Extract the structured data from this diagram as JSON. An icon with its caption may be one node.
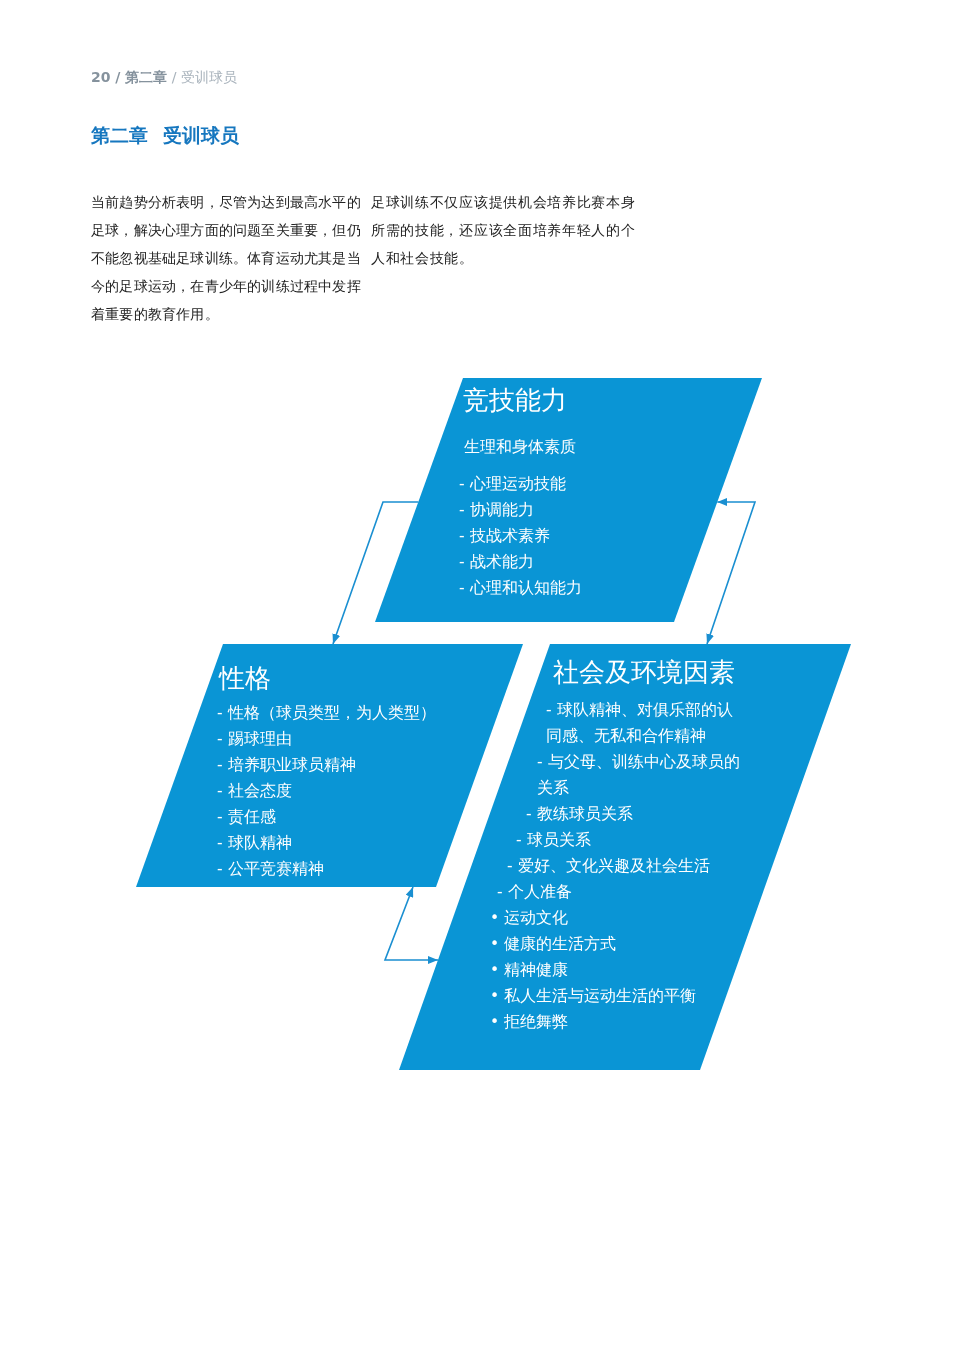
{
  "diagram": {
    "title": "第二章 受训球员",
    "nodes": [
      {
        "text": [
          "竞技能力",
          "生理和身体素质",
          "- 心理运动技能",
          "- 协调能力",
          "- 技战术素养",
          "- 战术能力",
          "- 心理和认知能力"
        ]
      },
      {
        "text": [
          "性格",
          "- 性格（球员类型，为人类型）",
          "- 踢球理由",
          "- 培养职业球员精神",
          "- 社会态度",
          "- 责任感",
          "- 球队精神",
          "- 公平竞赛精神"
        ]
      },
      {
        "text": [
          "社会及环境因素",
          "- 球队精神、对俱乐部的认同感、无私和合作精神",
          "- 与父母、训练中心及球员的关系",
          "- 教练球员关系",
          "- 球员关系",
          "- 爱好、文化兴趣及社会生活",
          "- 个人准备",
          "• 运动文化",
          "• 健康的生活方式",
          "• 精神健康",
          "• 私人生活与运动生活的平衡",
          "• 拒绝舞弊"
        ]
      }
    ],
    "edges": [
      {
        "from": 0,
        "to": 1,
        "arrow": "to"
      },
      {
        "from": 0,
        "to": 2,
        "arrow": "both"
      },
      {
        "from": 1,
        "to": 2,
        "arrow": "both"
      }
    ],
    "labels": [
      "**20 / 第二章** / 受训球员",
      "当前趋势分析表明，尽管为达到最高水平的足球，解决心理方面的问题至关重要，但仍不能忽视基础足球训练。体育运动尤其是当今的足球运动，在青少年的训练过程中发挥着重要的教育作用。",
      "足球训练不仅应该提供机会培养比赛本身所需的技能，还应该全面培养年轻人的个人和社会技能。"
    ]
  }
}
